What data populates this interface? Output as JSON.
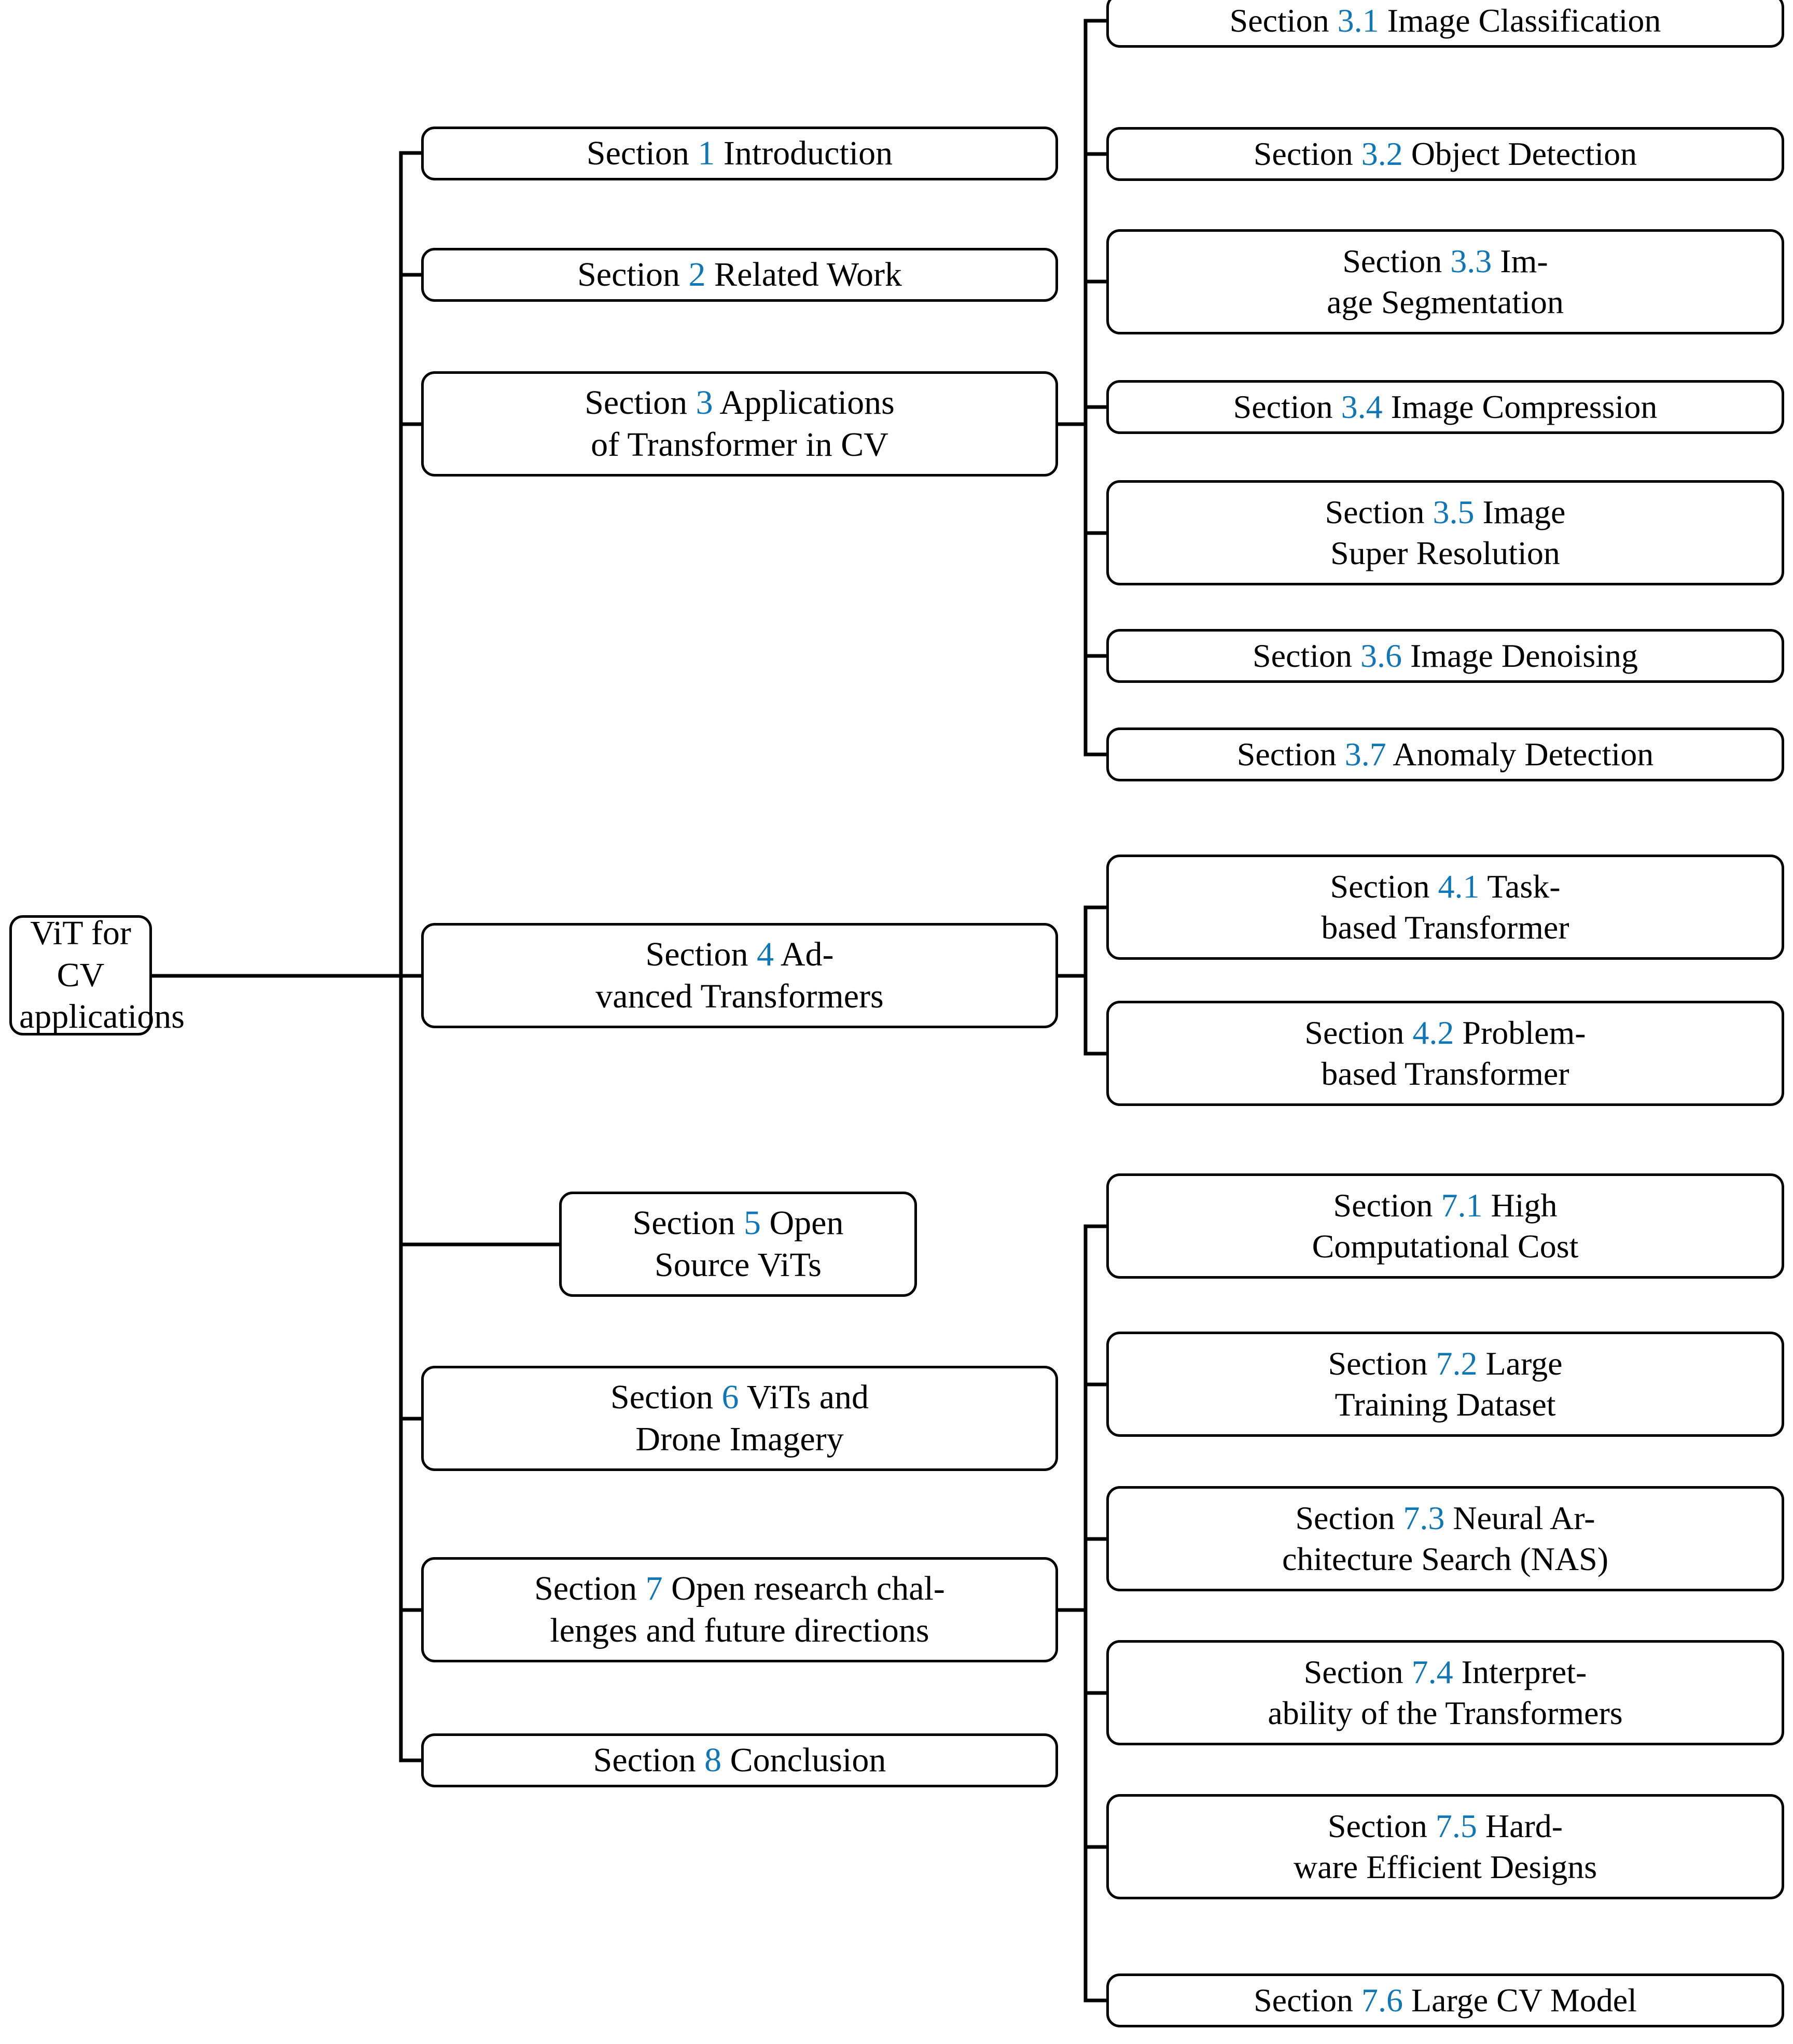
{
  "diagram": {
    "type": "tree-mindmap",
    "title": "ViT for CV applications survey structure",
    "accent_color": "#1077B6",
    "line_color": "#000000",
    "background": "#ffffff",
    "root": {
      "label_lines": [
        "ViT for CV",
        "applications"
      ],
      "label": "ViT for CV applications"
    },
    "level1": [
      {
        "prefix": "Section",
        "number": "1",
        "title": "Introduction",
        "lines": [
          [
            "Section ",
            "1",
            " Introduction"
          ]
        ]
      },
      {
        "prefix": "Section",
        "number": "2",
        "title": "Related Work",
        "lines": [
          [
            "Section ",
            "2",
            " Related Work"
          ]
        ]
      },
      {
        "prefix": "Section",
        "number": "3",
        "title": "Applications of Transformer in CV",
        "lines": [
          [
            "Section ",
            "3",
            " Applications"
          ],
          [
            "of Transformer in CV"
          ]
        ]
      },
      {
        "prefix": "Section",
        "number": "4",
        "title": "Advanced Transformers",
        "lines": [
          [
            "Section ",
            "4",
            " Ad-"
          ],
          [
            "vanced Transformers"
          ]
        ]
      },
      {
        "prefix": "Section",
        "number": "5",
        "title": "Open Source ViTs",
        "lines": [
          [
            "Section ",
            "5",
            " Open"
          ],
          [
            "Source ViTs"
          ]
        ]
      },
      {
        "prefix": "Section",
        "number": "6",
        "title": "ViTs and Drone Imagery",
        "lines": [
          [
            "Section ",
            "6",
            " ViTs and"
          ],
          [
            "Drone Imagery"
          ]
        ]
      },
      {
        "prefix": "Section",
        "number": "7",
        "title": "Open research challenges and future directions",
        "lines": [
          [
            "Section ",
            "7",
            " Open research chal-"
          ],
          [
            "lenges and future directions"
          ]
        ]
      },
      {
        "prefix": "Section",
        "number": "8",
        "title": "Conclusion",
        "lines": [
          [
            "Section ",
            "8",
            " Conclusion"
          ]
        ]
      }
    ],
    "level2_section3": [
      {
        "number": "3.1",
        "title": "Image Classification",
        "lines": [
          [
            "Section ",
            "3.1",
            " Image Classification"
          ]
        ]
      },
      {
        "number": "3.2",
        "title": "Object Detection",
        "lines": [
          [
            "Section ",
            "3.2",
            " Object Detection"
          ]
        ]
      },
      {
        "number": "3.3",
        "title": "Image Segmentation",
        "lines": [
          [
            "Section ",
            "3.3",
            " Im-"
          ],
          [
            "age Segmentation"
          ]
        ]
      },
      {
        "number": "3.4",
        "title": "Image Compression",
        "lines": [
          [
            "Section ",
            "3.4",
            " Image Compression"
          ]
        ]
      },
      {
        "number": "3.5",
        "title": "Image Super Resolution",
        "lines": [
          [
            "Section ",
            "3.5",
            " Image"
          ],
          [
            "Super Resolution"
          ]
        ]
      },
      {
        "number": "3.6",
        "title": "Image Denoising",
        "lines": [
          [
            "Section ",
            "3.6",
            " Image Denoising"
          ]
        ]
      },
      {
        "number": "3.7",
        "title": "Anomaly Detection",
        "lines": [
          [
            "Section ",
            "3.7",
            " Anomaly Detection"
          ]
        ]
      }
    ],
    "level2_section4": [
      {
        "number": "4.1",
        "title": "Task-based Transformer",
        "lines": [
          [
            "Section ",
            "4.1",
            " Task-"
          ],
          [
            "based Transformer"
          ]
        ]
      },
      {
        "number": "4.2",
        "title": "Problem-based Transformer",
        "lines": [
          [
            "Section ",
            "4.2",
            " Problem-"
          ],
          [
            "based Transformer"
          ]
        ]
      }
    ],
    "level2_section7": [
      {
        "number": "7.1",
        "title": "High Computational Cost",
        "lines": [
          [
            "Section ",
            "7.1",
            " High"
          ],
          [
            "Computational Cost"
          ]
        ]
      },
      {
        "number": "7.2",
        "title": "Large Training Dataset",
        "lines": [
          [
            "Section ",
            "7.2",
            " Large"
          ],
          [
            "Training Dataset"
          ]
        ]
      },
      {
        "number": "7.3",
        "title": "Neural Architecture Search (NAS)",
        "lines": [
          [
            "Section ",
            "7.3",
            " Neural Ar-"
          ],
          [
            "chitecture Search (NAS)"
          ]
        ]
      },
      {
        "number": "7.4",
        "title": "Interpretability of the Transformers",
        "lines": [
          [
            "Section ",
            "7.4",
            " Interpret-"
          ],
          [
            "ability of the Transformers"
          ]
        ]
      },
      {
        "number": "7.5",
        "title": "Hardware Efficient Designs",
        "lines": [
          [
            "Section ",
            "7.5",
            " Hard-"
          ],
          [
            "ware Efficient Designs"
          ]
        ]
      },
      {
        "number": "7.6",
        "title": "Large CV Model",
        "lines": [
          [
            "Section ",
            "7.6",
            " Large CV Model"
          ]
        ]
      }
    ]
  }
}
